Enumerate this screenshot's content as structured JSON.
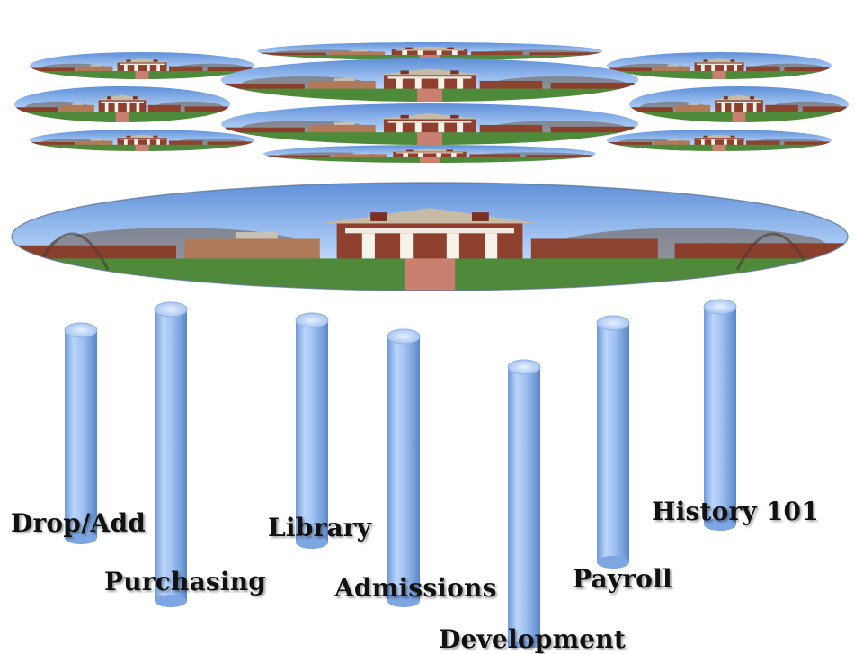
{
  "colors": {
    "sky": "#8fb8ef",
    "sky_light": "#e8f1fd",
    "lawn": "#4f8a3a",
    "brick": "#8e3f2e",
    "column": "#9ec2f2",
    "column_dark": "#5f8fd2",
    "column_light": "#dbe9ff",
    "label_text": "#111111"
  },
  "systems": {
    "items": [
      {
        "id": "drop-add",
        "label": "Drop/Add"
      },
      {
        "id": "purchasing",
        "label": "Purchasing"
      },
      {
        "id": "library",
        "label": "Library"
      },
      {
        "id": "admissions",
        "label": "Admissions"
      },
      {
        "id": "development",
        "label": "Development"
      },
      {
        "id": "payroll",
        "label": "Payroll"
      },
      {
        "id": "history-101",
        "label": "History 101"
      }
    ]
  }
}
